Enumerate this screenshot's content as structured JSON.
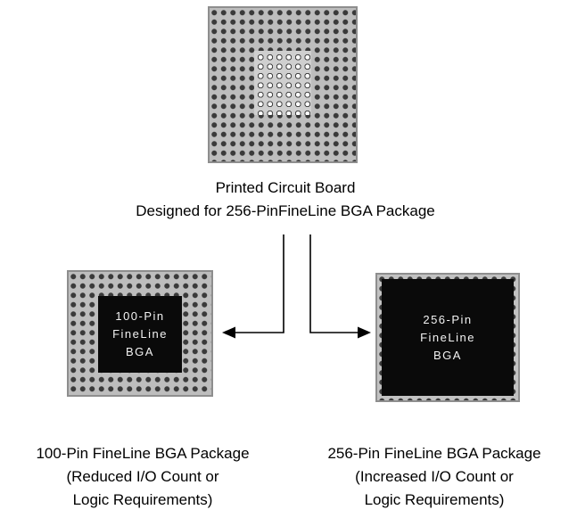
{
  "pcb": {
    "caption_line1": "Printed Circuit Board",
    "caption_line2": "Designed for 256-PinFineLine BGA Package"
  },
  "package_100": {
    "die_line1": "100-Pin",
    "die_line2": "FineLine",
    "die_line3": "BGA",
    "caption_line1": "100-Pin FineLine BGA Package",
    "caption_line2": "(Reduced I/O Count or",
    "caption_line3": "Logic Requirements)"
  },
  "package_256": {
    "die_line1": "256-Pin",
    "die_line2": "FineLine",
    "die_line3": "BGA",
    "caption_line1": "256-Pin FineLine BGA Package",
    "caption_line2": "(Increased I/O Count or",
    "caption_line3": "Logic Requirements)"
  },
  "colors": {
    "package_fill": "#bdbdbd",
    "ball": "#3a3a3a",
    "die": "#0a0a0a",
    "line": "#000000"
  }
}
